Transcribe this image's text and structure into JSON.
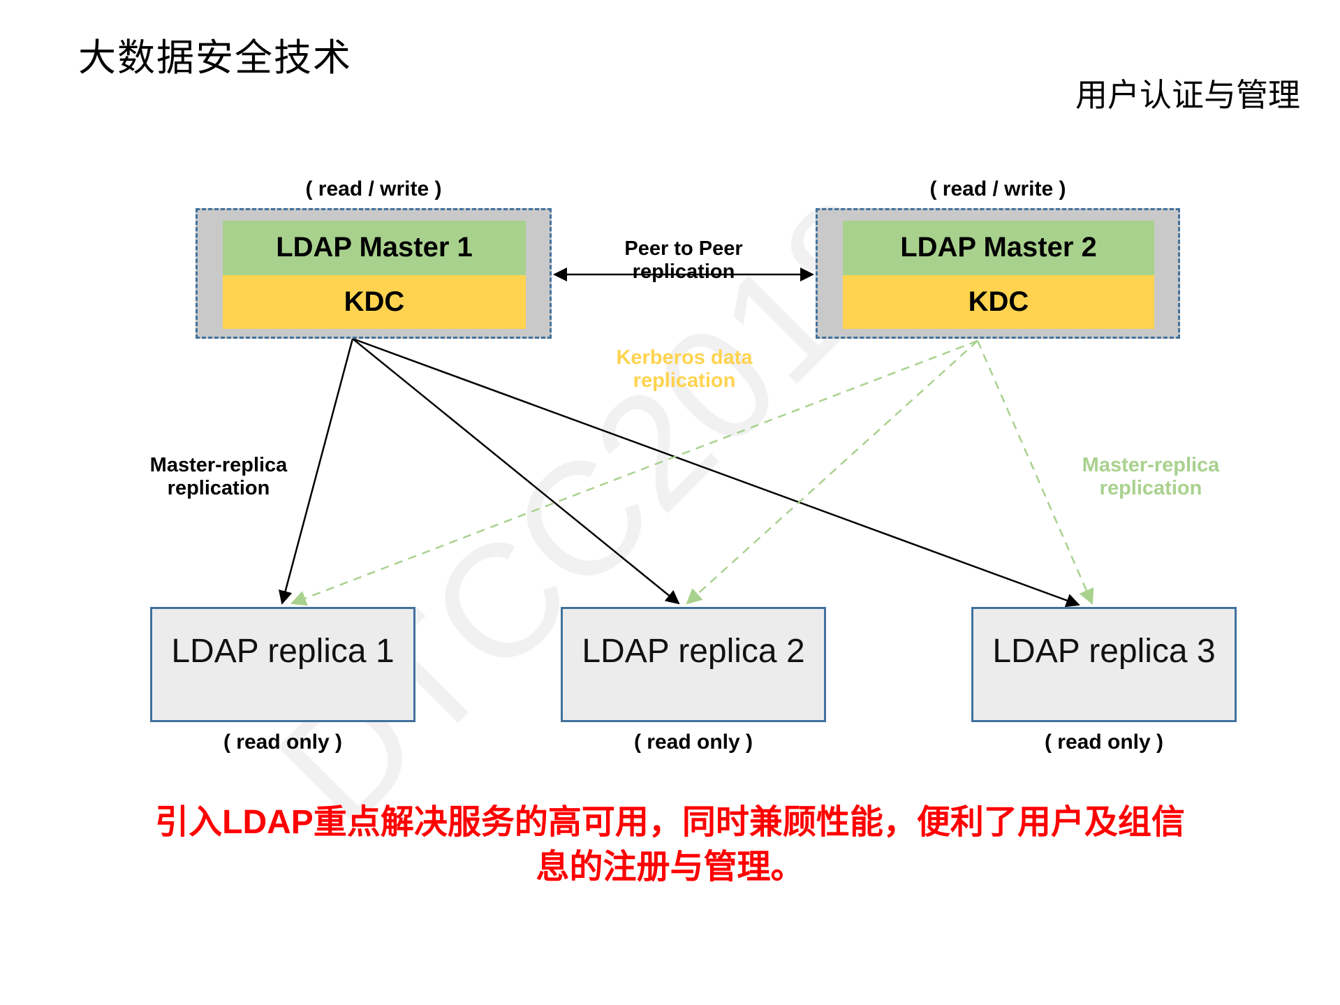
{
  "slide": {
    "title": "大数据安全技术",
    "corner_tag": "用户认证与管理"
  },
  "diagram": {
    "watermark": "DTCC2018",
    "read_write_label": "( read / write )",
    "read_only_label": "( read only )",
    "masters": [
      {
        "name": "LDAP Master 1",
        "service": "KDC"
      },
      {
        "name": "LDAP Master 2",
        "service": "KDC"
      }
    ],
    "replicas": [
      {
        "name": "LDAP replica 1"
      },
      {
        "name": "LDAP replica 2"
      },
      {
        "name": "LDAP replica 3"
      }
    ],
    "labels": {
      "peer_to_peer": [
        "Peer to Peer",
        "replication"
      ],
      "kerberos": [
        "Kerberos data",
        "replication"
      ],
      "master_replica_left": [
        "Master-replica",
        "replication"
      ],
      "master_replica_right": [
        "Master-replica",
        "replication"
      ]
    },
    "colors": {
      "master_fill": "#C9C9C9",
      "dashed_border_blue": "#41719C",
      "ldap_band_green": "#A9D18E",
      "kdc_band_yellow": "#FFD34F",
      "replica_fill": "#ECECED",
      "replica_border_blue": "#41719C",
      "kerberos_text_yellow": "#FFD34F",
      "master_replica_green": "#A9D18E",
      "footer_red": "#FF0000",
      "watermark_gray": "#F1F1F2"
    }
  },
  "footer": {
    "lines": [
      "引入LDAP重点解决服务的高可用，同时兼顾性能，便利了用户及组信",
      "息的注册与管理。"
    ]
  }
}
